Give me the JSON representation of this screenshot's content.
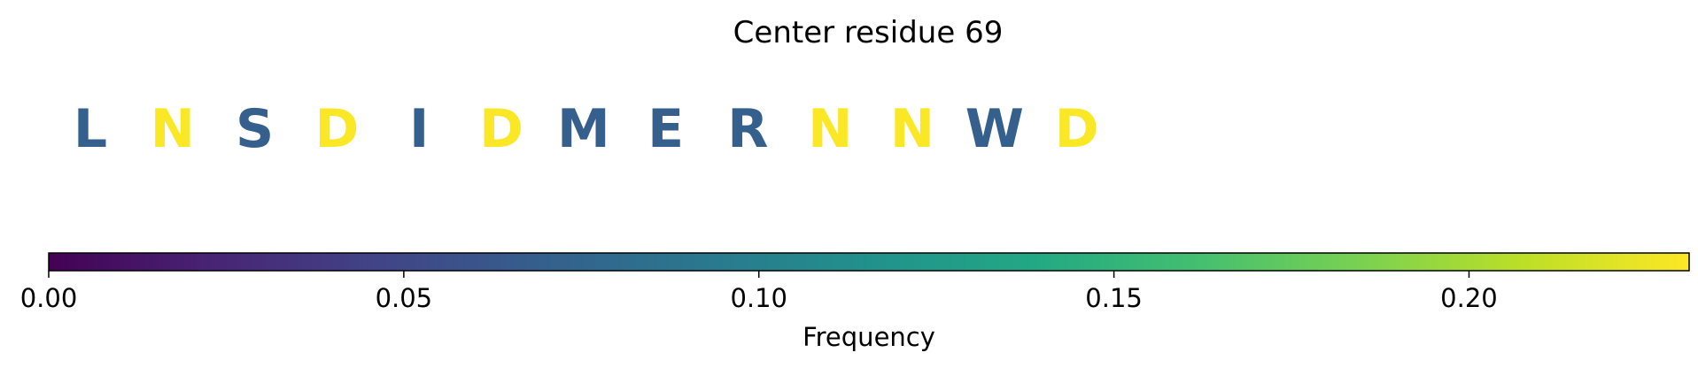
{
  "chart_data": {
    "type": "sequence-logo",
    "title": "Center residue 69",
    "residues": [
      {
        "letter": "L",
        "frequency": 0.07
      },
      {
        "letter": "N",
        "frequency": 0.23
      },
      {
        "letter": "S",
        "frequency": 0.07
      },
      {
        "letter": "D",
        "frequency": 0.23
      },
      {
        "letter": "I",
        "frequency": 0.07
      },
      {
        "letter": "D",
        "frequency": 0.23
      },
      {
        "letter": "M",
        "frequency": 0.07
      },
      {
        "letter": "E",
        "frequency": 0.07
      },
      {
        "letter": "R",
        "frequency": 0.07
      },
      {
        "letter": "N",
        "frequency": 0.23
      },
      {
        "letter": "N",
        "frequency": 0.23
      },
      {
        "letter": "W",
        "frequency": 0.07
      },
      {
        "letter": "D",
        "frequency": 0.23
      }
    ],
    "colorbar": {
      "colormap": "viridis",
      "label": "Frequency",
      "range": [
        0,
        0.231
      ],
      "ticks": [
        0.0,
        0.05,
        0.1,
        0.15,
        0.2
      ],
      "tick_labels": [
        "0.00",
        "0.05",
        "0.10",
        "0.15",
        "0.20"
      ]
    }
  }
}
